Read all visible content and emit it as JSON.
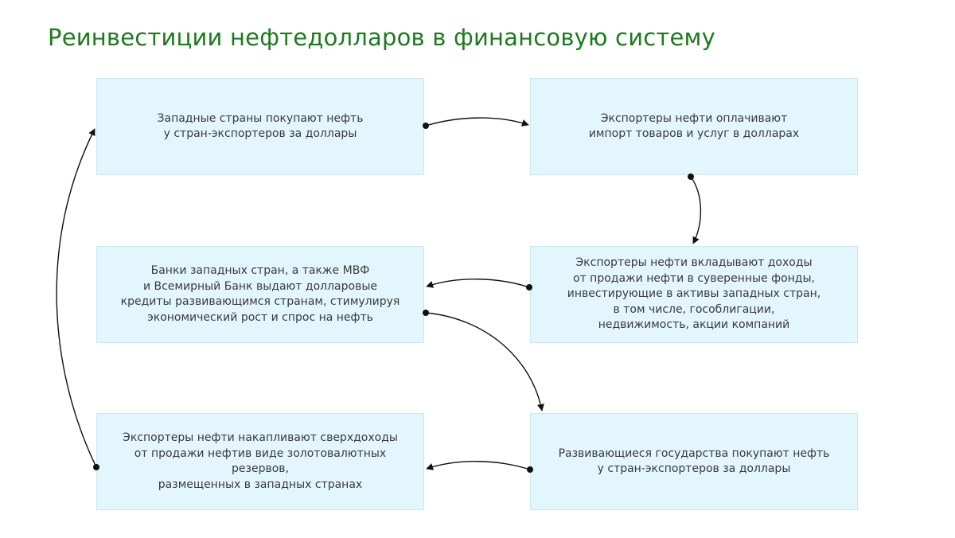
{
  "title": "Реинвестиции нефтедолларов в финансовую систему",
  "colors": {
    "title": "#1e7a1e",
    "box_fill": "#e3f6fd",
    "box_border": "#c9e6f1",
    "text": "#3a3a3a",
    "connector": "#111111"
  },
  "boxes": [
    {
      "id": "western-buy-oil",
      "text": "Западные страны покупают нефть\nу стран-экспортеров за доллары"
    },
    {
      "id": "exporters-pay-imports",
      "text": "Экспортеры нефти оплачивают\nимпорт товаров и услуг в долларах"
    },
    {
      "id": "banks-issue-loans",
      "text": "Банки западных стран, а также МВФ\nи Всемирный Банк выдают долларовые\nкредиты развивающимся странам, стимулируя\nэкономический рост и спрос на нефть"
    },
    {
      "id": "exporters-invest",
      "text": "Экспортеры нефти вкладывают доходы\nот продажи нефти в суверенные фонды,\nинвестирующие в активы западных стран,\nв том числе, гособлигации,\nнедвижимость, акции компаний"
    },
    {
      "id": "exporters-accumulate",
      "text": "Экспортеры нефти накапливают сверхдоходы\nот продажи нефтив виде золотовалютных резервов,\nразмещенных в западных странах"
    },
    {
      "id": "developing-buy-oil",
      "text": "Развивающиеся государства покупают нефть\nу стран-экспортеров за доллары"
    }
  ],
  "connections": [
    {
      "from": "western-buy-oil",
      "to": "exporters-pay-imports"
    },
    {
      "from": "exporters-pay-imports",
      "to": "exporters-invest"
    },
    {
      "from": "exporters-invest",
      "to": "banks-issue-loans"
    },
    {
      "from": "banks-issue-loans",
      "to": "developing-buy-oil"
    },
    {
      "from": "developing-buy-oil",
      "to": "exporters-accumulate"
    },
    {
      "from": "exporters-accumulate",
      "to": "western-buy-oil"
    }
  ]
}
